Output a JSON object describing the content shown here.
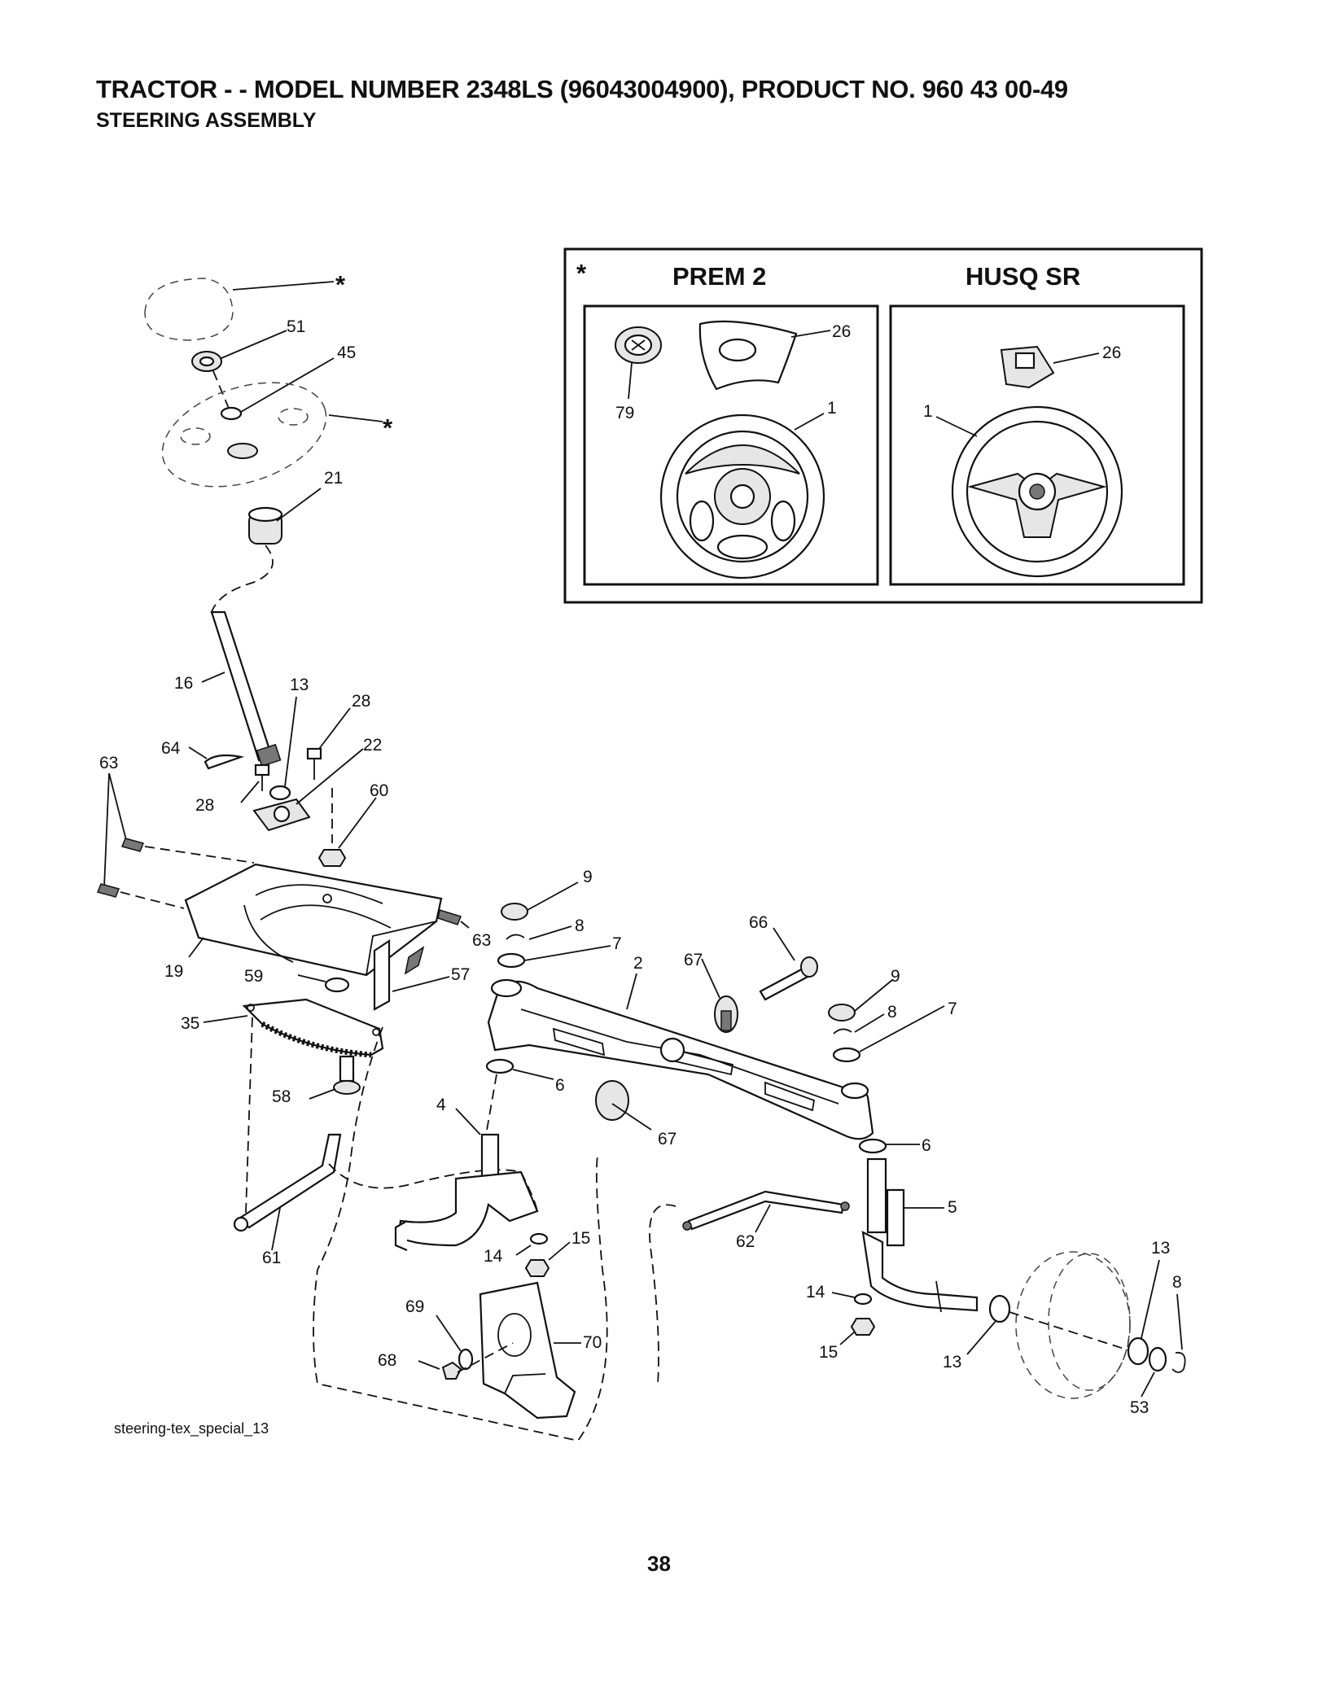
{
  "header": {
    "title": "TRACTOR - - MODEL NUMBER 2348LS (96043004900), PRODUCT NO. 960 43 00-49",
    "subtitle": "STEERING ASSEMBLY"
  },
  "inset": {
    "asterisk": "*",
    "left_heading": "PREM 2",
    "right_heading": "HUSQ SR",
    "left_callouts": [
      "26",
      "79",
      "1"
    ],
    "right_callouts": [
      "26",
      "1"
    ]
  },
  "callouts": {
    "star_top": "*",
    "p51": "51",
    "p45": "45",
    "star_wheel": "*",
    "p21": "21",
    "p16": "16",
    "p13a": "13",
    "p28a": "28",
    "p22": "22",
    "p64": "64",
    "p63a": "63",
    "p28b": "28",
    "p60": "60",
    "p63b": "63",
    "p19": "19",
    "p59": "59",
    "p57": "57",
    "p35": "35",
    "p58": "58",
    "p9a": "9",
    "p8a": "8",
    "p7a": "7",
    "p66": "66",
    "p2": "2",
    "p67a": "67",
    "p9b": "9",
    "p8b": "8",
    "p7b": "7",
    "p6a": "6",
    "p67b": "67",
    "p4": "4",
    "p6b": "6",
    "p5": "5",
    "p61": "61",
    "p14a": "14",
    "p15a": "15",
    "p62": "62",
    "p13b": "13",
    "p8c": "8",
    "p14b": "14",
    "p69": "69",
    "p70": "70",
    "p68": "68",
    "p15b": "15",
    "p13c": "13",
    "p53": "53"
  },
  "footer": {
    "diagram_caption": "steering-tex_special_13",
    "page_number": "38"
  }
}
